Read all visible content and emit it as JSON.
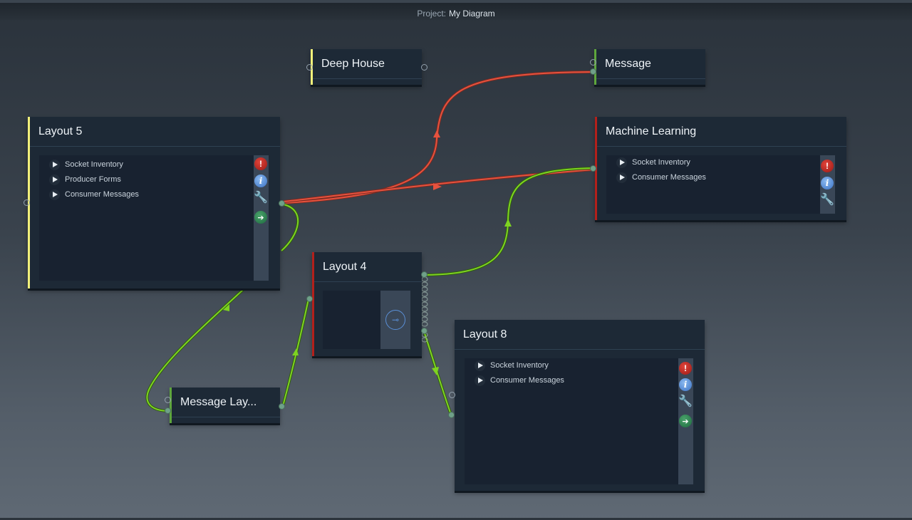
{
  "header": {
    "project_label": "Project:",
    "project_name": "My Diagram"
  },
  "colors": {
    "wire_red": "#e5523e",
    "wire_green": "#7ed321",
    "accent_yellow": "#f2f07a",
    "accent_green": "#5ea63c",
    "accent_red": "#b3201b"
  },
  "nodes": {
    "deep_house": {
      "title": "Deep House"
    },
    "message": {
      "title": "Message"
    },
    "layout5": {
      "title": "Layout 5",
      "items": [
        "Socket Inventory",
        "Producer Forms",
        "Consumer Messages"
      ]
    },
    "machine_learning": {
      "title": "Machine Learning",
      "items": [
        "Socket Inventory",
        "Consumer Messages"
      ]
    },
    "layout4": {
      "title": "Layout 4"
    },
    "layout8": {
      "title": "Layout 8",
      "items": [
        "Socket Inventory",
        "Consumer Messages"
      ]
    },
    "message_layout": {
      "title": "Message Lay..."
    }
  },
  "icons": {
    "error": "!",
    "info": "i",
    "wrench": "🔧",
    "go": "➔",
    "link": "⊸"
  }
}
